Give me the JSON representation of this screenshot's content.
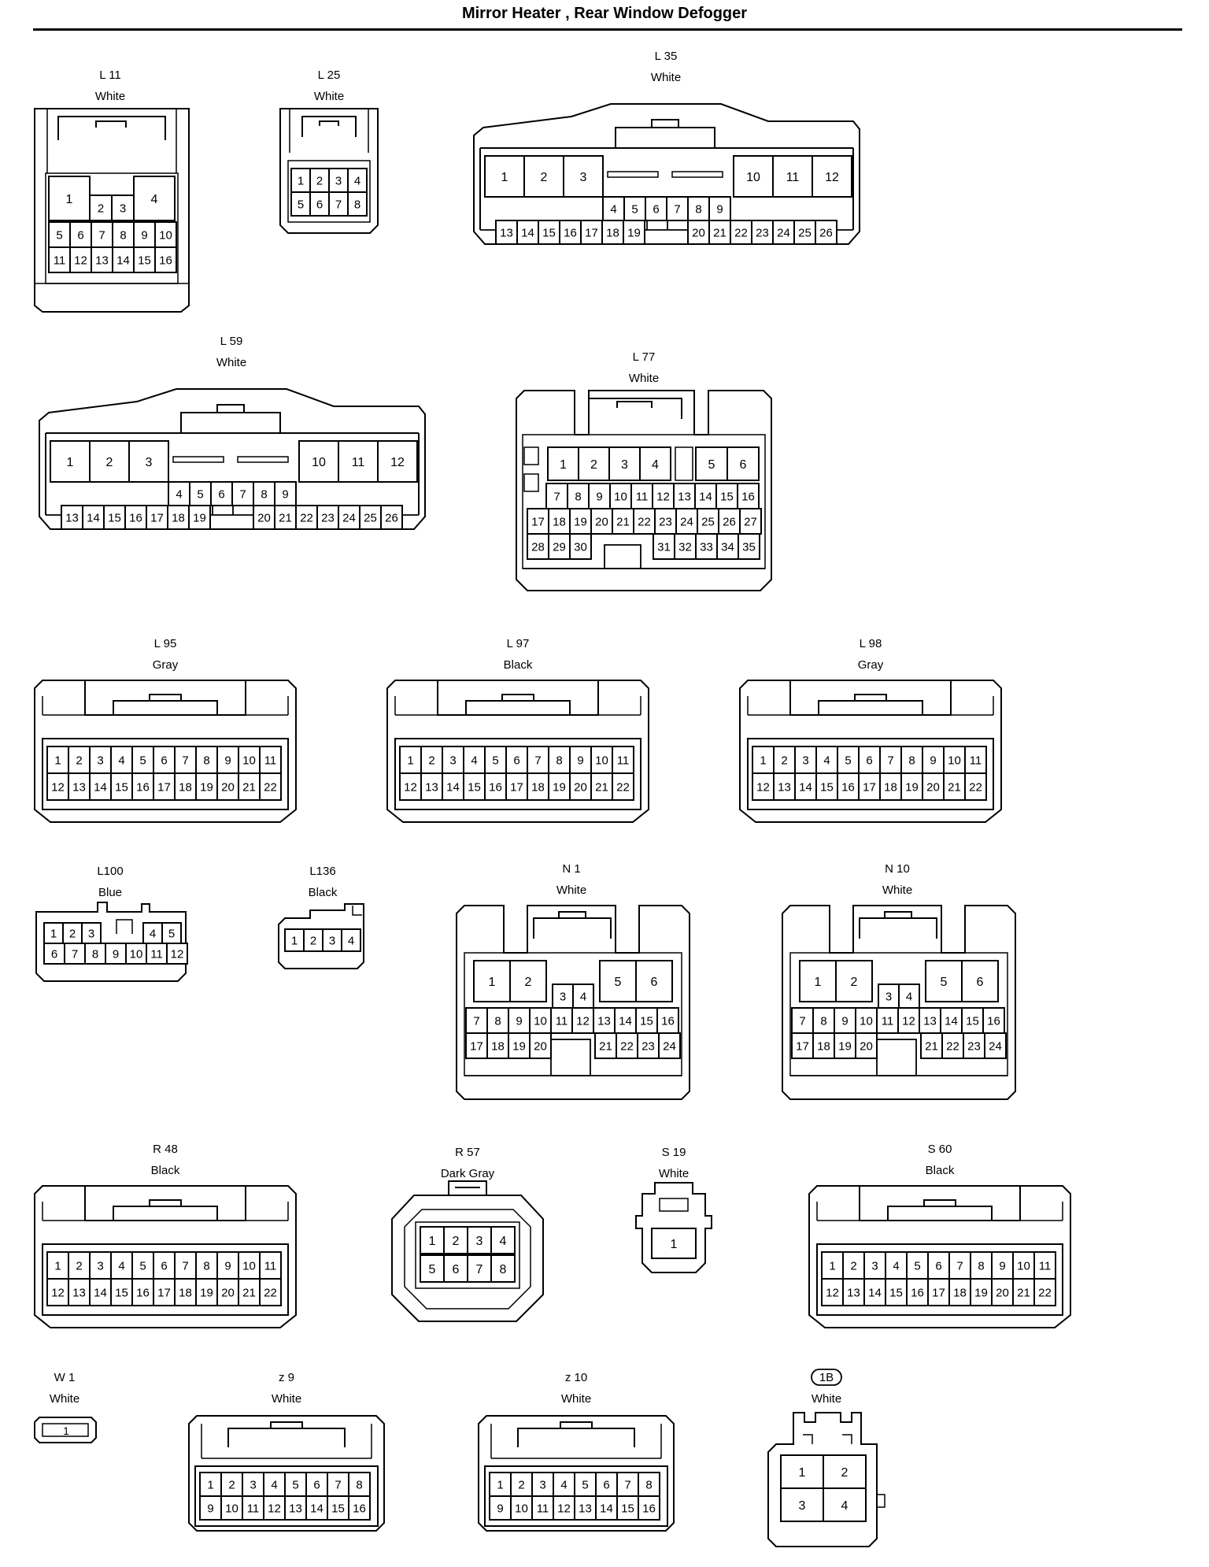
{
  "title": "Mirror Heater , Rear Window Defogger",
  "connectors": [
    {
      "id": "L 11",
      "color": "White",
      "pins": [
        "1",
        "2",
        "3",
        "4",
        "5",
        "6",
        "7",
        "8",
        "9",
        "10",
        "11",
        "12",
        "13",
        "14",
        "15",
        "16"
      ]
    },
    {
      "id": "L 25",
      "color": "White",
      "pins": [
        "1",
        "2",
        "3",
        "4",
        "5",
        "6",
        "7",
        "8"
      ]
    },
    {
      "id": "L 35",
      "color": "White",
      "pins": [
        "1",
        "2",
        "3",
        "4",
        "5",
        "6",
        "7",
        "8",
        "9",
        "10",
        "11",
        "12",
        "13",
        "14",
        "15",
        "16",
        "17",
        "18",
        "19",
        "20",
        "21",
        "22",
        "23",
        "24",
        "25",
        "26"
      ]
    },
    {
      "id": "L 59",
      "color": "White",
      "pins": [
        "1",
        "2",
        "3",
        "4",
        "5",
        "6",
        "7",
        "8",
        "9",
        "10",
        "11",
        "12",
        "13",
        "14",
        "15",
        "16",
        "17",
        "18",
        "19",
        "20",
        "21",
        "22",
        "23",
        "24",
        "25",
        "26"
      ]
    },
    {
      "id": "L 77",
      "color": "White",
      "pins": [
        "1",
        "2",
        "3",
        "4",
        "5",
        "6",
        "7",
        "8",
        "9",
        "10",
        "11",
        "12",
        "13",
        "14",
        "15",
        "16",
        "17",
        "18",
        "19",
        "20",
        "21",
        "22",
        "23",
        "24",
        "25",
        "26",
        "27",
        "28",
        "29",
        "30",
        "31",
        "32",
        "33",
        "34",
        "35"
      ]
    },
    {
      "id": "L 95",
      "color": "Gray",
      "pins": [
        "1",
        "2",
        "3",
        "4",
        "5",
        "6",
        "7",
        "8",
        "9",
        "10",
        "11",
        "12",
        "13",
        "14",
        "15",
        "16",
        "17",
        "18",
        "19",
        "20",
        "21",
        "22"
      ]
    },
    {
      "id": "L 97",
      "color": "Black",
      "pins": [
        "1",
        "2",
        "3",
        "4",
        "5",
        "6",
        "7",
        "8",
        "9",
        "10",
        "11",
        "12",
        "13",
        "14",
        "15",
        "16",
        "17",
        "18",
        "19",
        "20",
        "21",
        "22"
      ]
    },
    {
      "id": "L 98",
      "color": "Gray",
      "pins": [
        "1",
        "2",
        "3",
        "4",
        "5",
        "6",
        "7",
        "8",
        "9",
        "10",
        "11",
        "12",
        "13",
        "14",
        "15",
        "16",
        "17",
        "18",
        "19",
        "20",
        "21",
        "22"
      ]
    },
    {
      "id": "L100",
      "color": "Blue",
      "pins": [
        "1",
        "2",
        "3",
        "4",
        "5",
        "6",
        "7",
        "8",
        "9",
        "10",
        "11",
        "12"
      ]
    },
    {
      "id": "L136",
      "color": "Black",
      "pins": [
        "1",
        "2",
        "3",
        "4"
      ]
    },
    {
      "id": "N 1",
      "color": "White",
      "pins": [
        "1",
        "2",
        "3",
        "4",
        "5",
        "6",
        "7",
        "8",
        "9",
        "10",
        "11",
        "12",
        "13",
        "14",
        "15",
        "16",
        "17",
        "18",
        "19",
        "20",
        "21",
        "22",
        "23",
        "24"
      ]
    },
    {
      "id": "N 10",
      "color": "White",
      "pins": [
        "1",
        "2",
        "3",
        "4",
        "5",
        "6",
        "7",
        "8",
        "9",
        "10",
        "11",
        "12",
        "13",
        "14",
        "15",
        "16",
        "17",
        "18",
        "19",
        "20",
        "21",
        "22",
        "23",
        "24"
      ]
    },
    {
      "id": "R 48",
      "color": "Black",
      "pins": [
        "1",
        "2",
        "3",
        "4",
        "5",
        "6",
        "7",
        "8",
        "9",
        "10",
        "11",
        "12",
        "13",
        "14",
        "15",
        "16",
        "17",
        "18",
        "19",
        "20",
        "21",
        "22"
      ]
    },
    {
      "id": "R 57",
      "color": "Dark Gray",
      "pins": [
        "1",
        "2",
        "3",
        "4",
        "5",
        "6",
        "7",
        "8"
      ]
    },
    {
      "id": "S 19",
      "color": "White",
      "pins": [
        "1"
      ]
    },
    {
      "id": "S 60",
      "color": "Black",
      "pins": [
        "1",
        "2",
        "3",
        "4",
        "5",
        "6",
        "7",
        "8",
        "9",
        "10",
        "11",
        "12",
        "13",
        "14",
        "15",
        "16",
        "17",
        "18",
        "19",
        "20",
        "21",
        "22"
      ]
    },
    {
      "id": "W 1",
      "color": "White",
      "pins": [
        "1"
      ]
    },
    {
      "id": "z 9",
      "color": "White",
      "pins": [
        "1",
        "2",
        "3",
        "4",
        "5",
        "6",
        "7",
        "8",
        "9",
        "10",
        "11",
        "12",
        "13",
        "14",
        "15",
        "16"
      ]
    },
    {
      "id": "z 10",
      "color": "White",
      "pins": [
        "1",
        "2",
        "3",
        "4",
        "5",
        "6",
        "7",
        "8",
        "9",
        "10",
        "11",
        "12",
        "13",
        "14",
        "15",
        "16"
      ]
    },
    {
      "id": "1B",
      "color": "White",
      "pins": [
        "1",
        "2",
        "3",
        "4"
      ]
    }
  ]
}
